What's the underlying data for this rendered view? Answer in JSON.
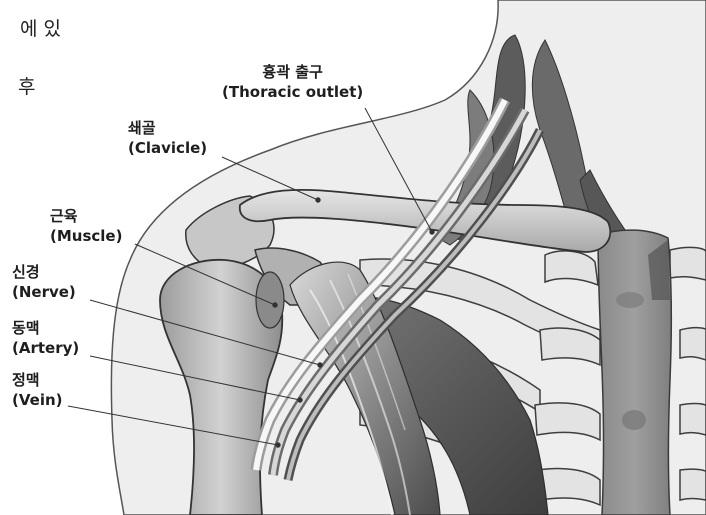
{
  "text_fragments": [
    "에 있",
    "후"
  ],
  "labels": [
    {
      "id": "thoracic-outlet",
      "korean": "흉곽 출구",
      "english": "(Thoracic outlet)"
    },
    {
      "id": "clavicle",
      "korean": "쇄골",
      "english": "(Clavicle)"
    },
    {
      "id": "muscle",
      "korean": "근육",
      "english": "(Muscle)"
    },
    {
      "id": "nerve",
      "korean": "신경",
      "english": "(Nerve)"
    },
    {
      "id": "artery",
      "korean": "동맥",
      "english": "(Artery)"
    },
    {
      "id": "vein",
      "korean": "정맥",
      "english": "(Vein)"
    }
  ]
}
